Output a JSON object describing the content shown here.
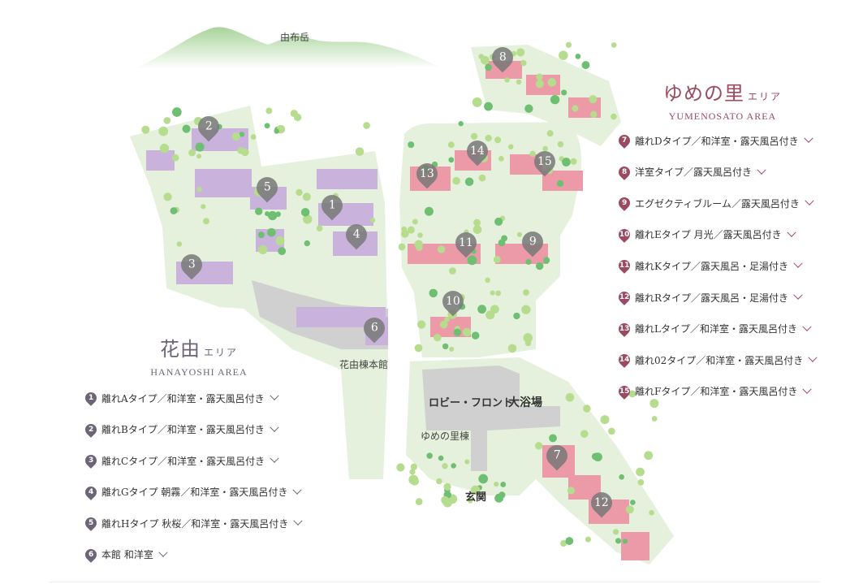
{
  "map_labels": {
    "mountain": "由布岳",
    "hanayoshi_main": "花由棟本館",
    "lobby": "ロビー・フロント",
    "bath": "大浴場",
    "yume_building": "ゆめの里棟",
    "entrance": "玄関"
  },
  "colors": {
    "hanayoshi": "#6e6478",
    "yumenosato": "#9b4a5f",
    "ground": "#e5f1dc",
    "hanayoshi_rooms": "#c9b3dc",
    "yumenosato_rooms": "#ec9aa8",
    "main_buildings": "#cfcfcf"
  },
  "hanayoshi": {
    "title": "花由",
    "suffix": "エリア",
    "en": "HANAYOSHI AREA",
    "items": [
      {
        "num": "1",
        "label": "離れAタイプ／和洋室・露天風呂付き"
      },
      {
        "num": "2",
        "label": "離れBタイプ／和洋室・露天風呂付き"
      },
      {
        "num": "3",
        "label": "離れCタイプ／和洋室・露天風呂付き"
      },
      {
        "num": "4",
        "label": "離れGタイプ 朝霧／和洋室・露天風呂付き"
      },
      {
        "num": "5",
        "label": "離れHタイプ 秋桜／和洋室・露天風呂付き"
      },
      {
        "num": "6",
        "label": "本館 和洋室"
      }
    ]
  },
  "yumenosato": {
    "title": "ゆめの里",
    "suffix": "エリア",
    "en": "YUMENOSATO AREA",
    "items": [
      {
        "num": "7",
        "label": "離れDタイプ／和洋室・露天風呂付き"
      },
      {
        "num": "8",
        "label": "洋室タイプ／露天風呂付き"
      },
      {
        "num": "9",
        "label": "エグゼクティブルーム／露天風呂付き"
      },
      {
        "num": "10",
        "label": "離れEタイプ 月光／露天風呂付き"
      },
      {
        "num": "11",
        "label": "離れKタイプ／露天風呂・足湯付き"
      },
      {
        "num": "12",
        "label": "離れRタイプ／露天風呂・足湯付き"
      },
      {
        "num": "13",
        "label": "離れLタイプ／和洋室・露天風呂付き"
      },
      {
        "num": "14",
        "label": "離れ02タイプ／和洋室・露天風呂付き"
      },
      {
        "num": "15",
        "label": "離れFタイプ／和洋室・露天風呂付き"
      }
    ]
  },
  "map_pins": [
    "1",
    "2",
    "3",
    "4",
    "5",
    "6",
    "7",
    "8",
    "9",
    "10",
    "11",
    "12",
    "13",
    "14",
    "15"
  ]
}
